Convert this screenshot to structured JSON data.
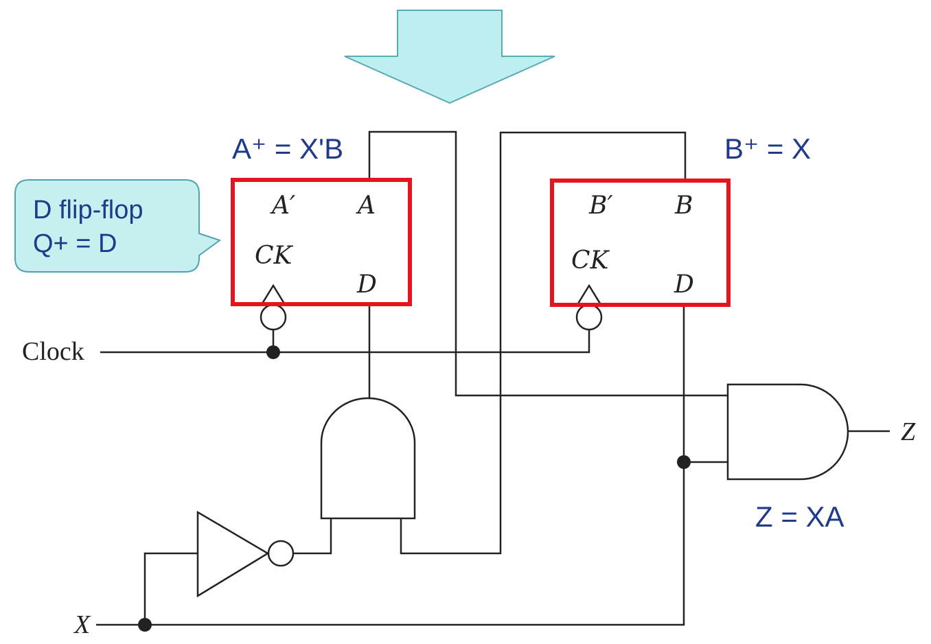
{
  "colors": {
    "equation": "#1f3a8a",
    "highlight": "#e8141b",
    "arrow_fill": "#bdeff0",
    "arrow_stroke": "#5aaab6",
    "callout_fill": "#c6eff0",
    "callout_stroke": "#4fa3b0",
    "wire": "#222222"
  },
  "equations": {
    "a_next": "A⁺ = X'B",
    "b_next": "B⁺ = X",
    "z_out": "Z = XA"
  },
  "callout": {
    "line1": "D flip-flop",
    "line2": "Q+ = D"
  },
  "flip_flop_a": {
    "q_bar": "A′",
    "q": "A",
    "clock": "CK",
    "input": "D"
  },
  "flip_flop_b": {
    "q_bar": "B′",
    "q": "B",
    "clock": "CK",
    "input": "D"
  },
  "signals": {
    "clock": "Clock",
    "x_input": "X",
    "z_output": "Z"
  }
}
